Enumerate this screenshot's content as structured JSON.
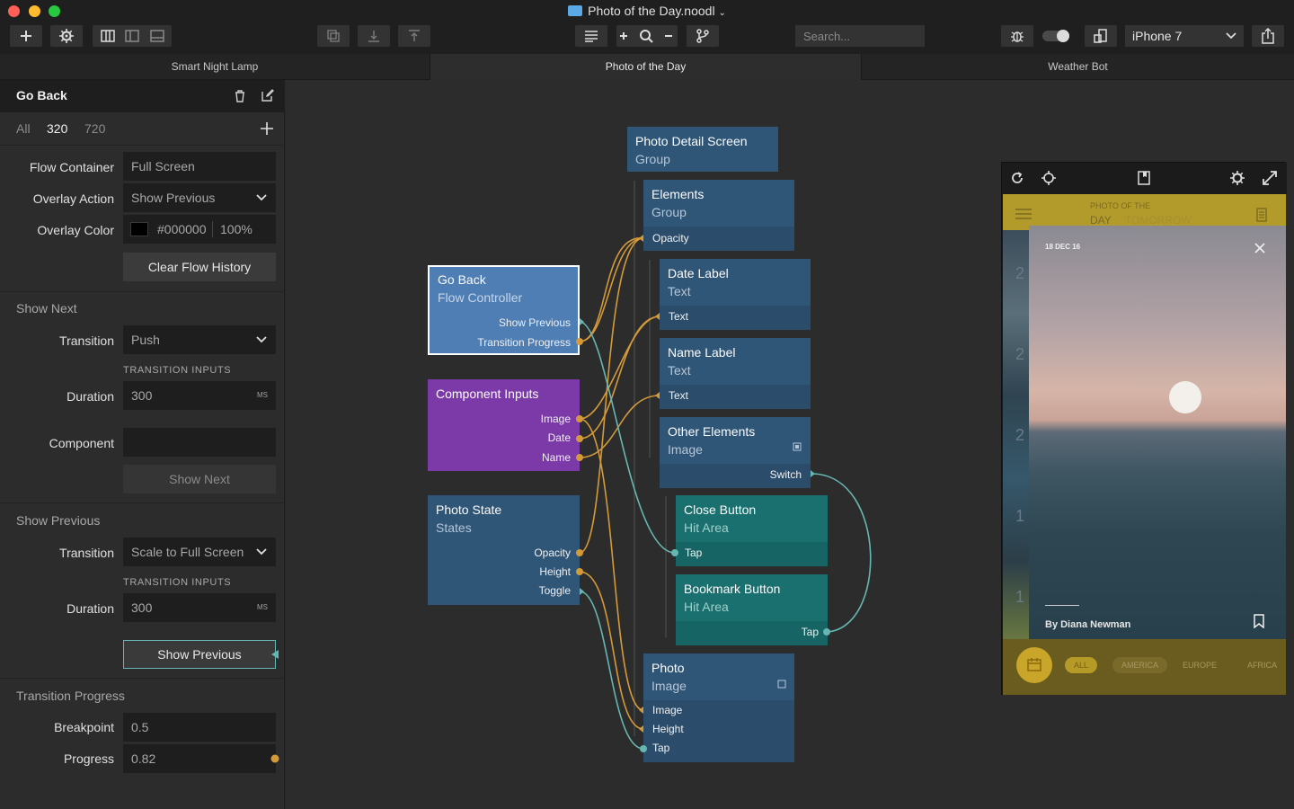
{
  "window": {
    "title": "Photo of the Day.noodl",
    "traffic_colors": {
      "close": "#ff5f57",
      "minimize": "#febc2e",
      "zoom": "#28c840"
    }
  },
  "toolbar": {
    "search_placeholder": "Search...",
    "device": "iPhone 7"
  },
  "tabs": [
    {
      "label": "Smart Night Lamp"
    },
    {
      "label": "Photo of the Day"
    },
    {
      "label": "Weather Bot"
    }
  ],
  "panel": {
    "title": "Go Back",
    "variants": {
      "all": "All",
      "v320": "320",
      "v720": "720"
    },
    "flow_container": {
      "label": "Flow Container",
      "value": "Full Screen"
    },
    "overlay_action": {
      "label": "Overlay Action",
      "value": "Show Previous"
    },
    "overlay_color": {
      "label": "Overlay Color",
      "value": "#000000",
      "opacity": "100%"
    },
    "clear_flow_history": "Clear Flow History",
    "show_next": {
      "section": "Show Next",
      "transition_label": "Transition",
      "transition": "Push",
      "inputs_label": "TRANSITION INPUTS",
      "duration_label": "Duration",
      "duration": "300",
      "unit": "MS",
      "component_label": "Component",
      "component": "",
      "button": "Show Next"
    },
    "show_previous": {
      "section": "Show Previous",
      "transition_label": "Transition",
      "transition": "Scale to Full Screen",
      "inputs_label": "TRANSITION INPUTS",
      "duration_label": "Duration",
      "duration": "300",
      "unit": "MS",
      "button": "Show Previous"
    },
    "transition_progress": {
      "section": "Transition Progress",
      "breakpoint_label": "Breakpoint",
      "breakpoint": "0.5",
      "progress_label": "Progress",
      "progress": "0.82"
    }
  },
  "nodes": {
    "photo_detail": {
      "title": "Photo Detail Screen",
      "type": "Group"
    },
    "elements": {
      "title": "Elements",
      "type": "Group",
      "ports": [
        "Opacity"
      ]
    },
    "date_label": {
      "title": "Date Label",
      "type": "Text",
      "ports": [
        "Text"
      ]
    },
    "name_label": {
      "title": "Name Label",
      "type": "Text",
      "ports": [
        "Text"
      ]
    },
    "other_elements": {
      "title": "Other Elements",
      "type": "Image",
      "ports": [
        "Switch"
      ]
    },
    "close_button": {
      "title": "Close Button",
      "type": "Hit Area",
      "ports": [
        "Tap"
      ]
    },
    "bookmark_button": {
      "title": "Bookmark Button",
      "type": "Hit Area",
      "ports": [
        "Tap"
      ]
    },
    "photo": {
      "title": "Photo",
      "type": "Image",
      "ports": [
        "Image",
        "Height",
        "Tap"
      ]
    },
    "go_back": {
      "title": "Go Back",
      "type": "Flow Controller",
      "ports": [
        "Show Previous",
        "Transition Progress"
      ]
    },
    "component_inputs": {
      "title": "Component Inputs",
      "ports": [
        "Image",
        "Date",
        "Name"
      ]
    },
    "photo_state": {
      "title": "Photo State",
      "type": "States",
      "ports": [
        "Opacity",
        "Height",
        "Toggle"
      ]
    }
  },
  "preview": {
    "header_small": "PHOTO OF THE",
    "tab_day": "DAY",
    "tab_tomorrow": "TOMORROW",
    "date": "18 DEC 16",
    "author": "By Diana Newman",
    "filters": [
      "ALL",
      "AMERICA",
      "EUROPE",
      "AFRICA"
    ],
    "side_numbers": [
      "2",
      "2",
      "2",
      "1",
      "1"
    ]
  },
  "colors": {
    "node_blue": "#2f5577",
    "node_teal": "#19706f",
    "node_purple": "#7b3aa8",
    "wire_orange": "#d49a3a",
    "wire_teal": "#66b7b3"
  }
}
